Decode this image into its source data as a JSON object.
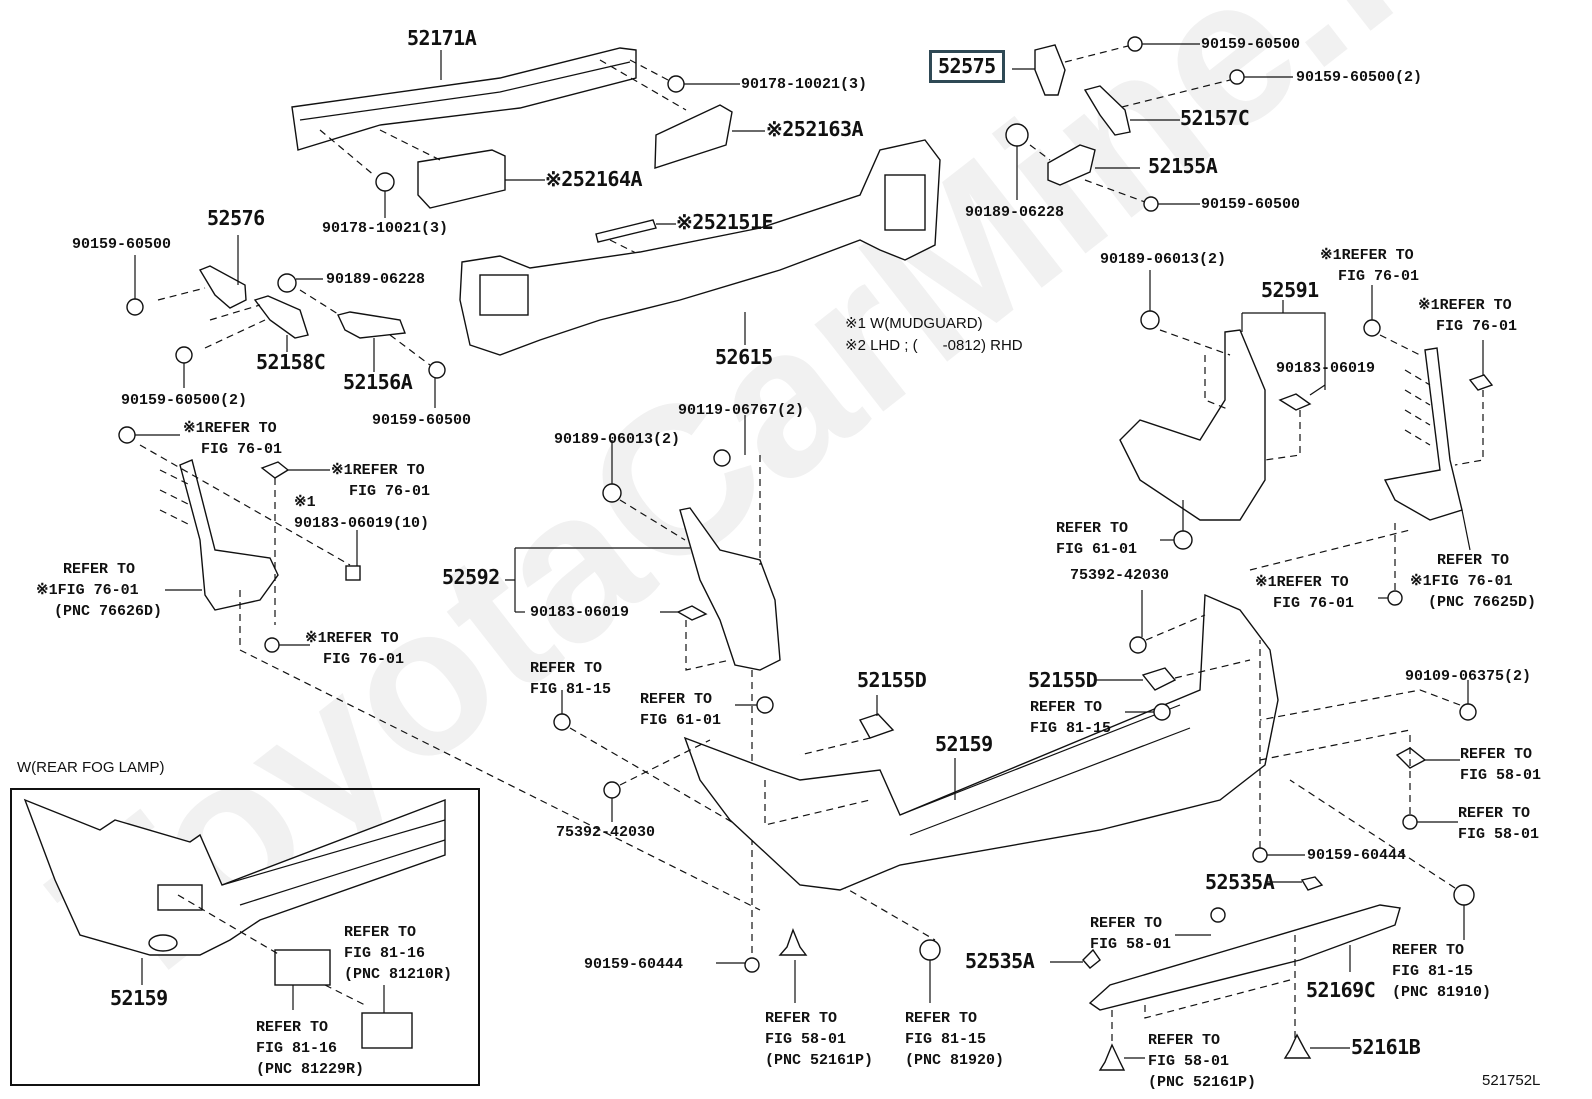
{
  "diagram": {
    "figure_id": "521752L",
    "watermark": "ToyotaCarMine.ru",
    "highlighted_part": "52575",
    "notes": [
      {
        "mark": "※1",
        "text": "W(MUDGUARD)"
      },
      {
        "mark": "※2",
        "text": "LHD ; (      -0812) RHD"
      }
    ],
    "inset": {
      "title": "W(REAR FOG LAMP)",
      "labels": {
        "bumper": "52159",
        "fog_ref_1": "REFER TO\nFIG 81-16\n(PNC 81210R)",
        "fog_ref_2": "REFER TO\nFIG 81-16\n(PNC 81229R)"
      }
    },
    "labels": {
      "p52171A": "52171A",
      "p90178_a": "90178-10021(3)",
      "p90178_b": "90178-10021(3)",
      "p52163A": "※252163A",
      "p52164A": "※252164A",
      "p52151E": "※252151E",
      "p52615": "52615",
      "p52575": "52575",
      "p90159_t1": "90159-60500",
      "p90159_t2": "90159-60500(2)",
      "p52157C": "52157C",
      "p90189_06228_r": "90189-06228",
      "p52155A": "52155A",
      "p90159_t3": "90159-60500",
      "p52576": "52576",
      "p90159_l1": "90159-60500",
      "p90189_06228_l": "90189-06228",
      "p52158C": "52158C",
      "p52156A": "52156A",
      "p90159_l2": "90159-60500(2)",
      "p90159_l3": "90159-60500",
      "ref_l1": "※1REFER TO\n  FIG 76-01",
      "ref_l2": "※1REFER TO\n  FIG 76-01",
      "p90183_10": "※1\n90183-06019(10)",
      "ref_l_mud": "   REFER TO\n※1FIG 76-01\n  (PNC 76626D)",
      "ref_l3": "※1REFER TO\n  FIG 76-01",
      "p90119": "90119-06767(2)",
      "p90189_06013_c": "90189-06013(2)",
      "p52592": "52592",
      "p90183_c": "90183-06019",
      "ref_8115_c": "REFER TO\nFIG 81-15",
      "ref_6101_c": "REFER TO\nFIG 61-01",
      "p52155D_c": "52155D",
      "p52159": "52159",
      "p75392_c": "75392-42030",
      "p90159_60444_b": "90159-60444",
      "ref_5801_b": "REFER TO\nFIG 58-01\n(PNC 52161P)",
      "ref_8115_b": "REFER TO\nFIG 81-15\n(PNC 81920)",
      "p90189_06013_r": "90189-06013(2)",
      "p52591": "52591",
      "p90183_r": "90183-06019",
      "ref_r1": "※1REFER TO\n  FIG 76-01",
      "ref_r2": "※1REFER TO\n  FIG 76-01",
      "ref_6101_r": "REFER TO\nFIG 61-01",
      "p75392_r": "75392-42030",
      "ref_r3": "※1REFER TO\n  FIG 76-01",
      "ref_r_mud": "   REFER TO\n※1FIG 76-01\n  (PNC 76625D)",
      "p52155D_r": "52155D",
      "ref_8115_r": "REFER TO\nFIG 81-15",
      "p90109": "90109-06375(2)",
      "ref_5801_r1": "REFER TO\nFIG 58-01",
      "ref_5801_r2": "REFER TO\nFIG 58-01",
      "p90159_60444_r": "90159-60444",
      "p52535A_1": "52535A",
      "p52535A_2": "52535A",
      "ref_5801_r3": "REFER TO\nFIG 58-01",
      "p52169C": "52169C",
      "ref_8115_rr": "REFER TO\nFIG 81-15\n(PNC 81910)",
      "ref_5801_r4": "REFER TO\nFIG 58-01\n(PNC 52161P)",
      "p52161B": "52161B"
    }
  }
}
